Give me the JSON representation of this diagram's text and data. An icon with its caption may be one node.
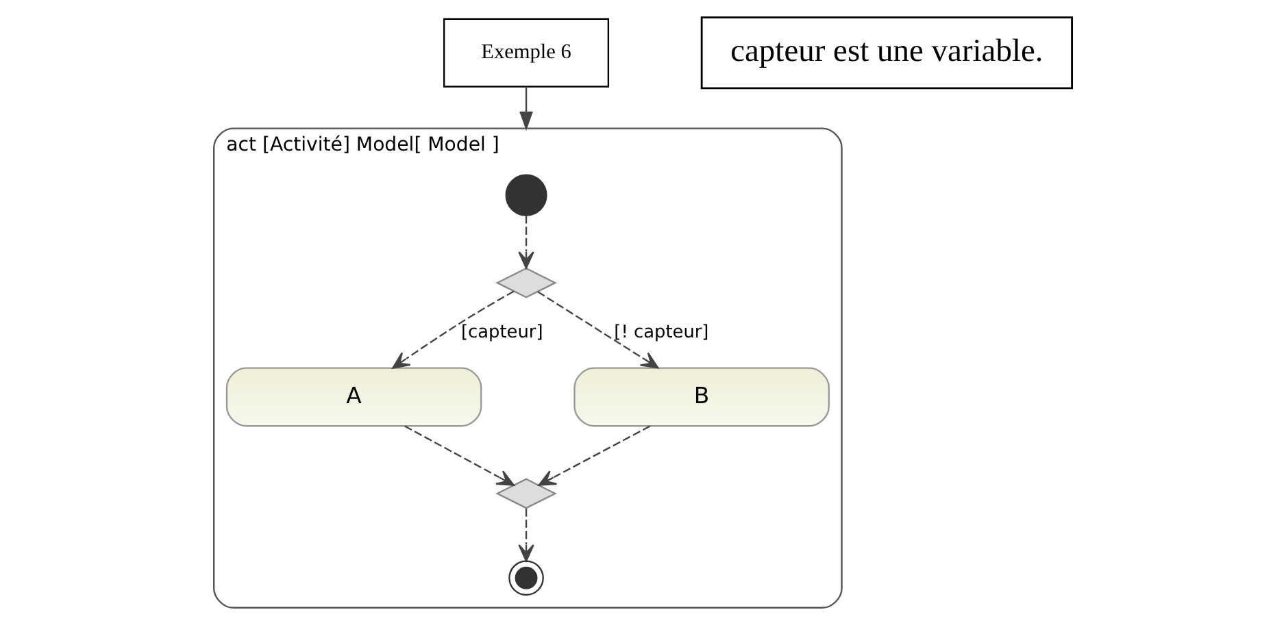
{
  "diagram": {
    "nodes": [
      {
        "text": [
          "act [Activité] Model[ Model ]"
        ]
      },
      {
        "text": [
          "capteur est une variable."
        ]
      },
      {
        "text": [
          "Exemple 6"
        ]
      },
      {
        "text": [],
        "shape": "dot",
        "in": 0
      },
      {
        "text": [],
        "shape": "diamond",
        "in": 0
      },
      {
        "text": [
          "A"
        ],
        "in": 0
      },
      {
        "text": [
          "B"
        ],
        "in": 0
      },
      {
        "text": [],
        "shape": "diamond",
        "in": 0
      },
      {
        "text": [],
        "shape": "bullseye",
        "in": 0
      }
    ],
    "edges": [
      {
        "from": 2,
        "to": 0,
        "arrow": "to"
      },
      {
        "from": 3,
        "to": 4,
        "arrow": "to",
        "style": "dashed"
      },
      {
        "from": 4,
        "to": 5,
        "arrow": "to",
        "style": "dashed",
        "label": "[capteur]"
      },
      {
        "from": 4,
        "to": 6,
        "arrow": "to",
        "style": "dashed",
        "label": "[! capteur]"
      },
      {
        "from": 5,
        "to": 7,
        "arrow": "to",
        "style": "dashed"
      },
      {
        "from": 6,
        "to": 7,
        "arrow": "to",
        "style": "dashed"
      },
      {
        "from": 7,
        "to": 8,
        "arrow": "to",
        "style": "dashed"
      }
    ]
  }
}
